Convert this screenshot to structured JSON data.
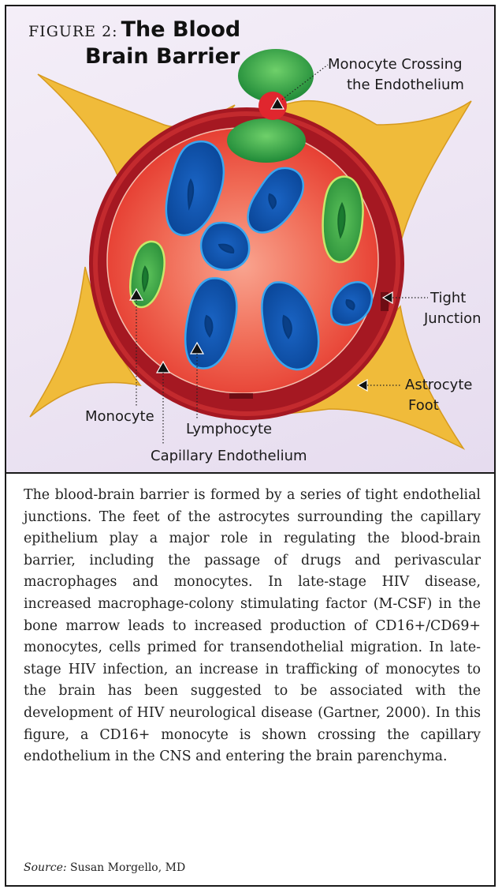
{
  "figure": {
    "label": "FIGURE 2:",
    "title_line1": "The Blood",
    "title_line2": "Brain Barrier"
  },
  "labels": {
    "monocyte_crossing_1": "Monocyte Crossing",
    "monocyte_crossing_2": "the Endothelium",
    "tight_junction_1": "Tight",
    "tight_junction_2": "Junction",
    "astrocyte_foot_1": "Astrocyte",
    "astrocyte_foot_2": "Foot",
    "monocyte": "Monocyte",
    "lymphocyte": "Lymphocyte",
    "capillary_endothelium": "Capillary Endothelium"
  },
  "colors": {
    "astrocyte": "#f0bb3a",
    "endothelium": "#a51822",
    "lumen": "#ee4a3a",
    "lymphocyte": "#0b4fa8",
    "monocyte": "#3aa53a",
    "background": "#ede5f3"
  },
  "caption": "The blood-brain barrier is formed by a series of tight endothelial junctions. The feet of the astrocytes surrounding the capillary epithelium play a major role in regulating the blood-brain barrier, including the passage of drugs and perivascular macrophages and monocytes. In late-stage HIV disease, increased macrophage-colony stimulating factor (M-CSF) in the bone marrow leads to increased production of CD16+/CD69+ monocytes, cells primed for transendothelial migration. In late-stage HIV infection, an increase in trafficking of monocytes to the brain has been suggested to be associated with the development of HIV neurological disease (Gartner, 2000). In this figure, a CD16+ monocyte is shown crossing the capillary endothelium in the CNS and entering the brain parenchyma.",
  "source": {
    "label": "Source:",
    "text": "Susan Morgello, MD"
  }
}
